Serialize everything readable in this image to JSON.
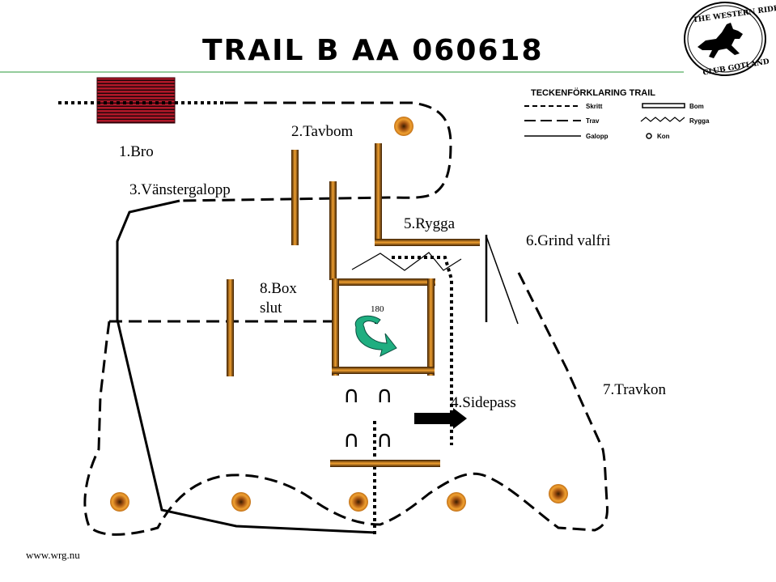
{
  "title": "TRAIL B AA 060618",
  "footer": "www.wrg.nu",
  "logo": {
    "top_text": "THE WESTERN RIDERS",
    "bottom_text": "CLUB GOTLAND"
  },
  "legend": {
    "heading": "TECKENFÖRKLARING TRAIL",
    "items": {
      "skritt": "Skritt",
      "trav": "Trav",
      "galopp": "Galopp",
      "bom": "Bom",
      "rygga": "Rygga",
      "kon": "Kon"
    }
  },
  "labels": {
    "bro": "1.Bro",
    "tavbom": "2.Tavbom",
    "vanstergalopp": "3.Vänstergalopp",
    "sidepass": "4.Sidepass",
    "rygga": "5.Rygga",
    "grind": "6.Grind valfri",
    "travkon": "7.Travkon",
    "box_line1": "8.Box",
    "box_line2": "slut",
    "turn": "180"
  },
  "colors": {
    "pole_dark": "#3a1e02",
    "pole_light": "#f0a030",
    "bridge": "#b01828",
    "turn_arrow": "#1fae80",
    "header_line": "#2a9a3a"
  }
}
